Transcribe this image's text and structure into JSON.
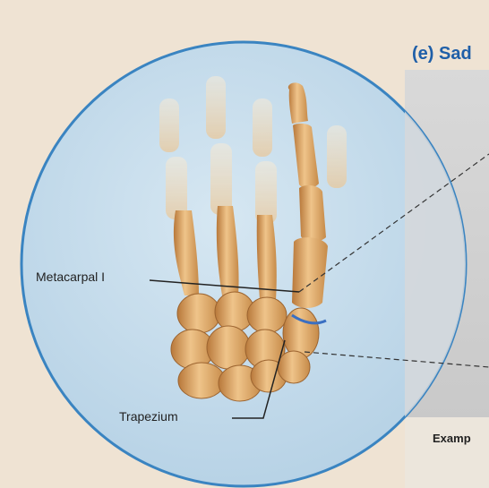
{
  "panel": {
    "title": "(e) Sad",
    "example_label": "Examp"
  },
  "labels": {
    "metacarpal": "Metacarpal I",
    "trapezium": "Trapezium"
  },
  "colors": {
    "circle_fill": "#c4dcec",
    "circle_border": "#3a84c1",
    "bone": "#e0aa66",
    "bone_shadow": "#b77a3c",
    "faded_bone": "#f1e2cc",
    "joint_highlight": "#3a6fc2",
    "title_blue": "#1f5fa8"
  }
}
